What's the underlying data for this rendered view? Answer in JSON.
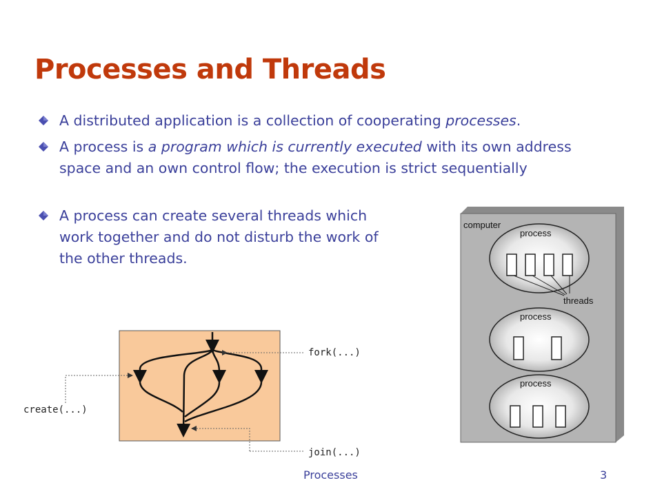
{
  "slide": {
    "title": "Processes and Threads",
    "footer_title": "Processes",
    "page_number": "3"
  },
  "bullets": [
    {
      "before": "A distributed application is a collection of cooperating ",
      "em": "processes",
      "after": "."
    },
    {
      "before": "A process is ",
      "em": "a program which is currently executed",
      "after": " with its own address space and an own control flow; the execution is strict sequentially"
    },
    {
      "text": "A process can create several threads which work together and do not disturb the work of the other threads."
    }
  ],
  "thread_diagram": {
    "fork_label": "fork(...)",
    "create_label": "create(...)",
    "join_label": "join(...)",
    "box_color": "#f9c99b"
  },
  "computer_diagram": {
    "computer_label": "computer",
    "process_label": "process",
    "threads_label": "threads",
    "box_color": "#b4b4b4"
  },
  "colors": {
    "title": "#c0390b",
    "body_text": "#3a3f9a"
  }
}
